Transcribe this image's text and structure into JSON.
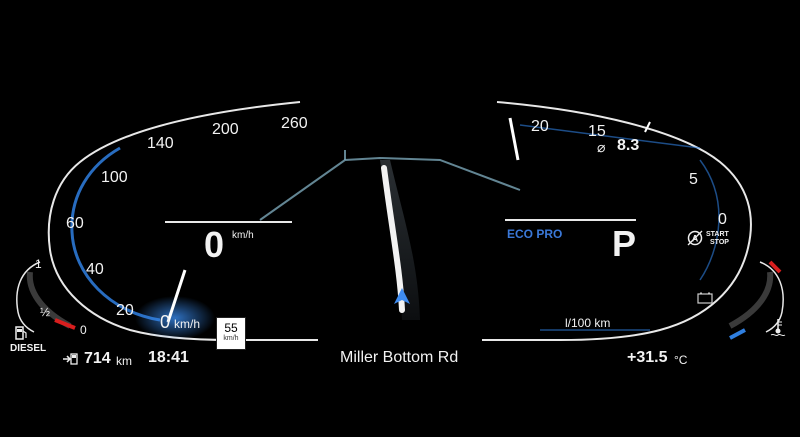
{
  "speedometer": {
    "scale_labels": [
      "20",
      "40",
      "60",
      "100",
      "140",
      "200",
      "260"
    ],
    "zero_label": "0",
    "zero_unit": "km/h",
    "speed_value": "0",
    "speed_unit": "km/h"
  },
  "speed_limit_sign": {
    "value": "55",
    "unit": "km/h"
  },
  "fuel_gauge": {
    "full_label": "1",
    "half_label": "½",
    "empty_label": "0",
    "fuel_type": "DIESEL",
    "range_value": "714",
    "range_unit": "km"
  },
  "clock": "18:41",
  "navigation": {
    "street_name": "Miller Bottom Rd"
  },
  "drive_mode": {
    "mode": "ECO PRO",
    "gear": "P"
  },
  "consumption_gauge": {
    "scale_labels": [
      "20",
      "15",
      "5",
      "0"
    ],
    "average_symbol": "⌀",
    "average_value": "8.3",
    "unit": "l/100 km"
  },
  "start_stop": {
    "label_top": "START",
    "label_bottom": "STOP"
  },
  "outside_temperature": {
    "value": "+31.5",
    "unit": "°C"
  },
  "colors": {
    "accent_blue": "#2f7fe0",
    "warning_red": "#d81e1e",
    "gauge_white": "#e8e8e8",
    "nav_arrow": "#3f8cf0"
  },
  "icons": [
    "fuel-pump-icon",
    "fuel-range-icon",
    "start-stop-icon",
    "battery-icon",
    "coolant-temp-icon",
    "navigation-arrow-icon"
  ]
}
